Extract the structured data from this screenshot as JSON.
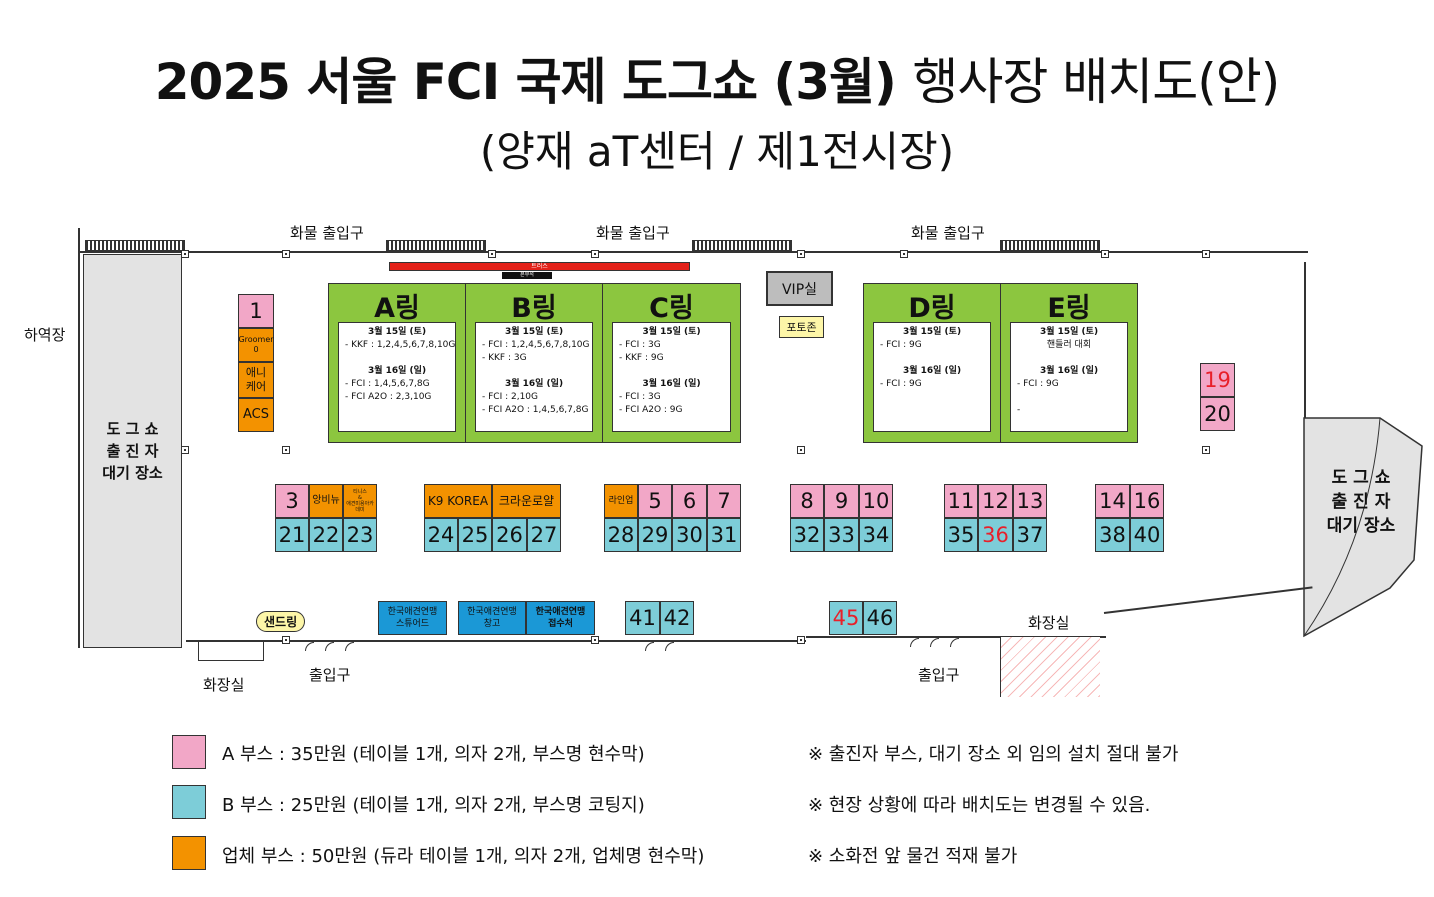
{
  "title": {
    "main_bold": "2025 서울 FCI 국제 도그쇼 (3월)",
    "main_light": "행사장 배치도(안)",
    "sub": "(양재 aT센터 / 제1전시장)"
  },
  "labels": {
    "cargo_entrance": "화물 출입구",
    "loading_dock": "하역장",
    "waiting_left": "도 그 쇼\n출 진 자\n대기 장소",
    "waiting_right": "도 그 쇼\n출 진 자\n대기 장소",
    "truss": "트러스",
    "truss_sub": "본부석",
    "vip": "VIP실",
    "photo_zone": "포토존",
    "sand_ring": "샌드링",
    "restroom": "화장실",
    "entrance": "출입구"
  },
  "rings": [
    {
      "name": "A링",
      "lines": [
        {
          "t": "hd",
          "v": "3월 15일 (토)"
        },
        {
          "t": "ln",
          "v": "- KKF : 1,2,4,5,6,7,8,10G"
        },
        {
          "t": "sp",
          "v": ""
        },
        {
          "t": "hd",
          "v": "3월 16일 (일)"
        },
        {
          "t": "ln",
          "v": "- FCI : 1,4,5,6,7,8G"
        },
        {
          "t": "ln",
          "v": "- FCI A2O : 2,3,10G"
        }
      ]
    },
    {
      "name": "B링",
      "lines": [
        {
          "t": "hd",
          "v": "3월 15일 (토)"
        },
        {
          "t": "ln",
          "v": "- FCI : 1,2,4,5,6,7,8,10G"
        },
        {
          "t": "ln",
          "v": "- KKF : 3G"
        },
        {
          "t": "sp",
          "v": ""
        },
        {
          "t": "hd",
          "v": "3월 16일 (일)"
        },
        {
          "t": "ln",
          "v": "- FCI : 2,10G"
        },
        {
          "t": "ln",
          "v": "- FCI A2O : 1,4,5,6,7,8G"
        }
      ]
    },
    {
      "name": "C링",
      "lines": [
        {
          "t": "hd",
          "v": "3월 15일 (토)"
        },
        {
          "t": "ln",
          "v": "- FCI : 3G"
        },
        {
          "t": "ln",
          "v": "- KKF : 9G"
        },
        {
          "t": "sp",
          "v": ""
        },
        {
          "t": "hd",
          "v": "3월 16일 (일)"
        },
        {
          "t": "ln",
          "v": "- FCI : 3G"
        },
        {
          "t": "ln",
          "v": "- FCI A2O : 9G"
        }
      ]
    },
    {
      "name": "D링",
      "lines": [
        {
          "t": "hd",
          "v": "3월 15일 (토)"
        },
        {
          "t": "ln",
          "v": "- FCI : 9G"
        },
        {
          "t": "sp",
          "v": ""
        },
        {
          "t": "hd",
          "v": "3월 16일 (일)"
        },
        {
          "t": "ln",
          "v": "- FCI : 9G"
        }
      ]
    },
    {
      "name": "E링",
      "lines": [
        {
          "t": "hd",
          "v": "3월 15일 (토)"
        },
        {
          "t": "ct",
          "v": "핸들러 대회"
        },
        {
          "t": "sp",
          "v": ""
        },
        {
          "t": "hd",
          "v": "3월 16일 (일)"
        },
        {
          "t": "ln",
          "v": "- FCI : 9G"
        },
        {
          "t": "sp",
          "v": ""
        },
        {
          "t": "ln",
          "v": "-"
        }
      ]
    }
  ],
  "booths": {
    "b1": "1",
    "groomer": "Groomer\n0",
    "anicare": "애니\n케어",
    "acs": "ACS",
    "b19": "19",
    "b20": "20",
    "b3": "3",
    "angbinyu": "앙비뉴",
    "tiny": "티니스\n&\n애견미용아카데미",
    "b21": "21",
    "b22": "22",
    "b23": "23",
    "k9": "K9 KOREA",
    "crown": "크라운로얄",
    "b24": "24",
    "b25": "25",
    "b26": "26",
    "b27": "27",
    "lineup": "라인업",
    "b5": "5",
    "b6": "6",
    "b7": "7",
    "b28": "28",
    "b29": "29",
    "b30": "30",
    "b31": "31",
    "b8": "8",
    "b9": "9",
    "b10": "10",
    "b32": "32",
    "b33": "33",
    "b34": "34",
    "b11": "11",
    "b12": "12",
    "b13": "13",
    "b35": "35",
    "b36": "36",
    "b37": "37",
    "b14": "14",
    "b16": "16",
    "b38": "38",
    "b40": "40",
    "kkf_steward": "한국애견연맹\n스튜어드",
    "kkf_storage": "한국애견연맹\n창고",
    "kkf_reception": "한국애견연맹\n접수처",
    "b41": "41",
    "b42": "42",
    "b45": "45",
    "b46": "46"
  },
  "legend": [
    {
      "color": "#f2a7c7",
      "text": "A 부스 : 35만원 (테이블 1개, 의자 2개, 부스명 현수막)"
    },
    {
      "color": "#7dcdd8",
      "text": "B 부스 : 25만원 (테이블 1개, 의자 2개, 부스명 코팅지)"
    },
    {
      "color": "#f39200",
      "text": "업체 부스 : 50만원 (듀라 테이블 1개, 의자 2개, 업체명 현수막)"
    }
  ],
  "notes": [
    "※ 출진자 부스, 대기 장소 외 임의 설치 절대 불가",
    "※ 현장 상황에 따라 배치도는 변경될 수 있음.",
    "※ 소화전 앞 물건 적재 불가"
  ]
}
